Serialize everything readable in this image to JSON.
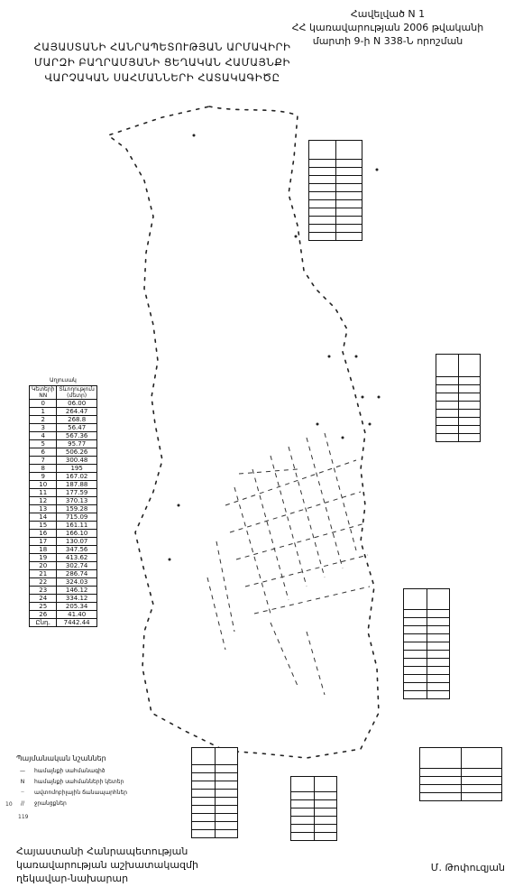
{
  "annex": {
    "line1": "Հավելված N 1",
    "line2": "ՀՀ կառավարության 2006 թվականի",
    "line3": "մարտի 9-ի N 338-Ն որոշման"
  },
  "title": {
    "line1": "ՀԱՅԱՍՏԱՆԻ ՀԱՆՐԱՊԵՏՈՒԹՅԱՆ ԱՐՄԱՎԻՐԻ",
    "line2": "ՄԱՐԶԻ ԲԱՂՐԱՄՅԱՆԻ ՑԵՂԱԿԱՆ ՀԱՄԱՅՆՔԻ",
    "line3": "ՎԱՐՉԱԿԱՆ ՍԱՀՄԱՆՆԵՐԻ ՀԱՏԱԿԱԳԻԾԸ"
  },
  "left_table": {
    "caption": "Աղյուսակ",
    "head_no": "Կետերի NN",
    "head_len": "Տևողություն (մետր)",
    "rows": [
      [
        "0",
        "06.00"
      ],
      [
        "1",
        "264.47"
      ],
      [
        "2",
        "268.8"
      ],
      [
        "3",
        "56.47"
      ],
      [
        "4",
        "567.36"
      ],
      [
        "5",
        "95.77"
      ],
      [
        "6",
        "506.26"
      ],
      [
        "7",
        "300.48"
      ],
      [
        "8",
        "195"
      ],
      [
        "9",
        "167.02"
      ],
      [
        "10",
        "187.88"
      ],
      [
        "11",
        "177.59"
      ],
      [
        "12",
        "370.13"
      ],
      [
        "13",
        "159.28"
      ],
      [
        "14",
        "715.09"
      ],
      [
        "15",
        "161.11"
      ],
      [
        "16",
        "166.10"
      ],
      [
        "17",
        "130.07"
      ],
      [
        "18",
        "347.56"
      ],
      [
        "19",
        "413.62"
      ],
      [
        "20",
        "302.74"
      ],
      [
        "21",
        "286.74"
      ],
      [
        "22",
        "324.03"
      ],
      [
        "23",
        "146.12"
      ],
      [
        "24",
        "334.12"
      ],
      [
        "25",
        "205.34"
      ],
      [
        "26",
        "41.40"
      ]
    ],
    "total_label": "Ընդ.",
    "total_value": "7442.44"
  },
  "legend": {
    "title": "Պայմանական նշաններ",
    "items": [
      {
        "sym": "—",
        "text": "համայնքի սահմանագիծ"
      },
      {
        "sym": "N",
        "text": "համայնքի սահմանների կետեր"
      },
      {
        "sym": "··",
        "text": "ավտոմոբիլային ճանապարհներ"
      },
      {
        "sym": "//",
        "text": "ջրանցքներ"
      }
    ]
  },
  "footer": {
    "line1": "Հայաստանի Հանրապետության",
    "line2": "կառավարության աշխատակազմի",
    "line3": "ղեկավար-նախարար"
  },
  "signer": "Մ. Թոփուզյան",
  "side_marks": [
    "10",
    "119"
  ]
}
